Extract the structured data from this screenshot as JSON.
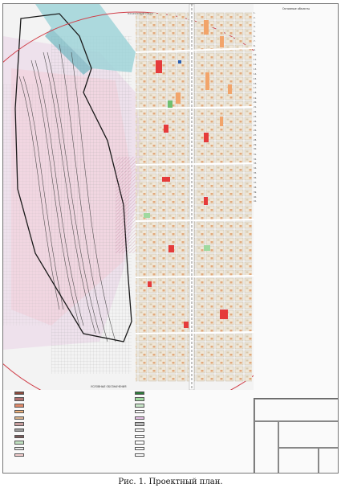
{
  "sheet": {
    "top_label": "ПРОЕКТНЫЙ ПЛАН",
    "caption": "Рис. 1. Проектный план."
  },
  "legend_right": {
    "title": "Основные объекты",
    "rows": [
      {
        "n": "1.",
        "t": ""
      },
      {
        "n": "2.",
        "t": ""
      },
      {
        "n": "3.",
        "t": ""
      },
      {
        "n": "4.",
        "t": ""
      },
      {
        "n": "5.",
        "t": ""
      },
      {
        "n": "6.",
        "t": ""
      },
      {
        "n": "7.",
        "t": ""
      },
      {
        "n": "8.",
        "t": ""
      },
      {
        "n": "9.",
        "t": ""
      },
      {
        "n": "10.",
        "t": ""
      },
      {
        "n": "11.",
        "t": ""
      },
      {
        "n": "12.",
        "t": ""
      }
    ],
    "section2": "",
    "rows2": [
      {
        "n": "13.",
        "t": ""
      },
      {
        "n": "14.",
        "t": ""
      },
      {
        "n": "15.",
        "t": ""
      },
      {
        "n": "16.",
        "t": ""
      },
      {
        "n": "17.",
        "t": ""
      },
      {
        "n": "18.",
        "t": ""
      }
    ],
    "section3": "",
    "rows3": [
      {
        "n": "19.",
        "t": ""
      },
      {
        "n": "20.",
        "t": ""
      },
      {
        "n": "21.",
        "t": ""
      },
      {
        "n": "22.",
        "t": ""
      },
      {
        "n": "23.",
        "t": ""
      },
      {
        "n": "24.",
        "t": ""
      },
      {
        "n": "25.",
        "t": ""
      },
      {
        "n": "26.",
        "t": ""
      },
      {
        "n": "27.",
        "t": ""
      },
      {
        "n": "28.",
        "t": ""
      },
      {
        "n": "29.",
        "t": ""
      },
      {
        "n": "30.",
        "t": ""
      }
    ],
    "section4": "",
    "rows4": [
      {
        "n": "31.",
        "t": ""
      },
      {
        "n": "32.",
        "t": ""
      },
      {
        "n": "33.",
        "t": ""
      },
      {
        "n": "34.",
        "t": ""
      },
      {
        "n": "35.",
        "t": ""
      },
      {
        "n": "36.",
        "t": ""
      },
      {
        "n": "37.",
        "t": ""
      }
    ],
    "section5": "",
    "rows5": [
      {
        "n": "38.",
        "t": ""
      },
      {
        "n": "39.",
        "t": ""
      },
      {
        "n": "40.",
        "t": ""
      },
      {
        "n": "41.",
        "t": ""
      }
    ]
  },
  "legend_bottom": {
    "title": "УСЛОВНЫЕ ОБОЗНАЧЕНИЯ",
    "col1": [
      {
        "color": "#8b4a3c",
        "label": ""
      },
      {
        "color": "#b07070",
        "label": ""
      },
      {
        "color": "#e08a6a",
        "label": ""
      },
      {
        "color": "#f0b27a",
        "label": ""
      },
      {
        "color": "#d9b38c",
        "label": ""
      },
      {
        "color": "#c9a0a0",
        "label": ""
      },
      {
        "color": "#9a9a9a",
        "label": ""
      },
      {
        "color": "#7a5a5a",
        "label": ""
      },
      {
        "color": "#c0e0c0",
        "label": ""
      },
      {
        "color": "#e6e6e6",
        "label": ""
      },
      {
        "color": "#f6d0d0",
        "label": ""
      }
    ],
    "col2": [
      {
        "color": "#2d7a3a",
        "label": ""
      },
      {
        "color": "#9fd99f",
        "label": ""
      },
      {
        "color": "#c8e6c8",
        "label": ""
      },
      {
        "color": "#ffffff",
        "label": ""
      },
      {
        "color": "#e8c0e8",
        "label": ""
      },
      {
        "color": "#bbbbbb",
        "label": ""
      },
      {
        "color": "#f4f4f4",
        "label": ""
      },
      {
        "color": "#ffffff",
        "label": ""
      },
      {
        "color": "#ffffff",
        "label": ""
      },
      {
        "color": "#ffffff",
        "label": ""
      },
      {
        "color": "#ffffff",
        "label": ""
      }
    ]
  },
  "stamp": {
    "title_line": ""
  },
  "colors": {
    "built_up": "#e3e3e3",
    "industrial_zone": "#cfcfcf",
    "public_objects": "#e53b3b",
    "housing": "#f2a46a",
    "green": "#8fcf8f",
    "river": "#9fd4d8",
    "boundary": "#d0404a",
    "zone_violet": "#d9a6d9"
  }
}
